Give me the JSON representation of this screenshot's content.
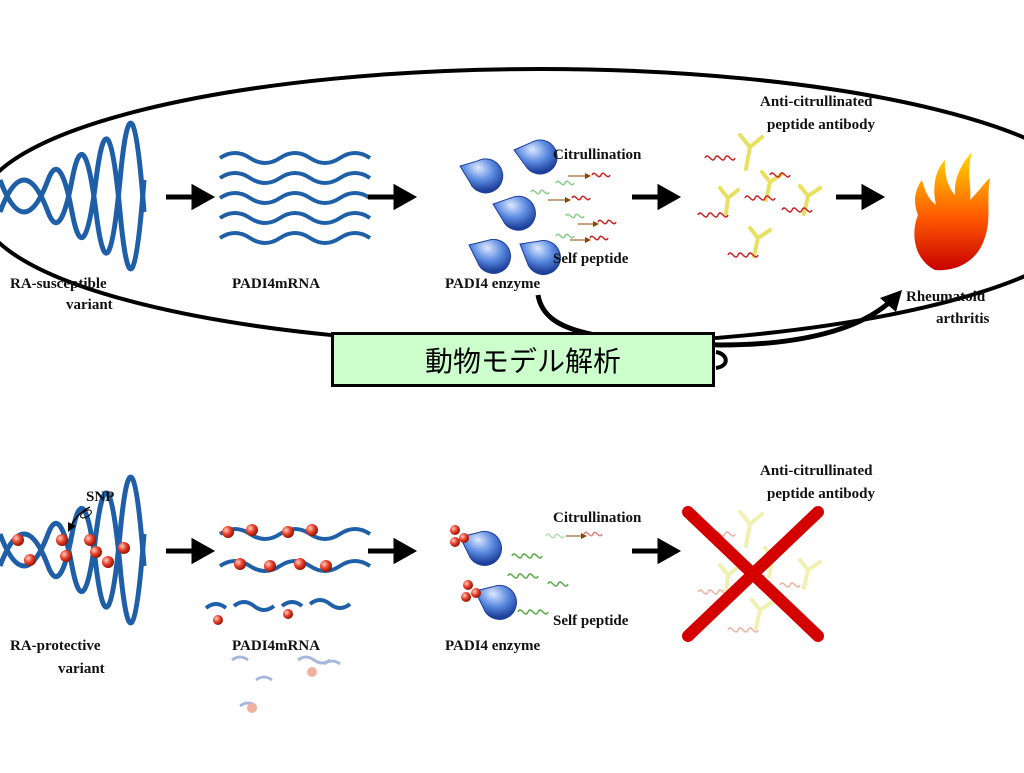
{
  "top_row": {
    "variant_label_1": "RA-susceptible",
    "variant_label_2": "variant",
    "mrna_label": "PADI4mRNA",
    "enzyme_label": "PADI4 enzyme",
    "citrullination_label": "Citrullination",
    "self_peptide_label": "Self peptide",
    "antibody_label_1": "Anti-citrullinated",
    "antibody_label_2": "peptide antibody",
    "outcome_label_1": "Rheumatoid",
    "outcome_label_2": "arthritis"
  },
  "center_box": {
    "text": "動物モデル解析"
  },
  "bottom_row": {
    "snp_label": "SNP",
    "variant_label_1": "RA-protective",
    "variant_label_2": "variant",
    "mrna_label": "PADI4mRNA",
    "enzyme_label": "PADI4 enzyme",
    "citrullination_label": "Citrullination",
    "self_peptide_label": "Self peptide",
    "antibody_label_1": "Anti-citrullinated",
    "antibody_label_2": "peptide antibody"
  },
  "colors": {
    "dna_blue": "#1e5fa8",
    "enzyme_blue": "#4a7ed8",
    "peptide_red": "#cc2222",
    "peptide_green": "#55aa44",
    "antibody_yellow": "#e8e060",
    "cross_red": "#d40000",
    "box_green": "#ccffcc"
  }
}
